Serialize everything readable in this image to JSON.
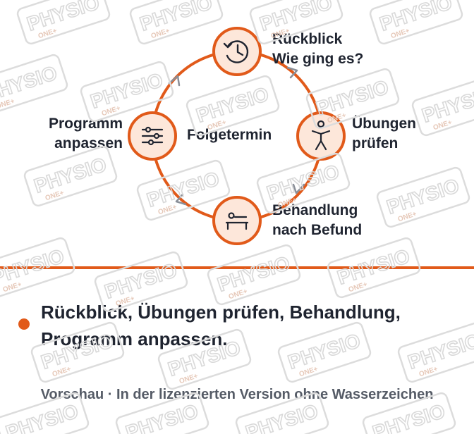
{
  "diagram": {
    "center_label": "Folgetermin",
    "nodes": [
      {
        "label_lines": [
          "Rückblick",
          "Wie ging es?"
        ],
        "icon": "history-icon"
      },
      {
        "label_lines": [
          "Übungen",
          "prüfen"
        ],
        "icon": "person-exercise-icon"
      },
      {
        "label_lines": [
          "Behandlung",
          "nach Befund"
        ],
        "icon": "treatment-bed-icon"
      },
      {
        "label_lines": [
          "Programm",
          "anpassen"
        ],
        "icon": "sliders-icon"
      }
    ]
  },
  "summary": {
    "bullet_text": "Rückblick, Übungen prüfen, Behandlung, Programm anpassen."
  },
  "footer": {
    "preview_note": "Vorschau · In der lizenzierten Version ohne Wasserzeichen"
  },
  "watermark": {
    "brand": "PHYSIO",
    "sub": "ONE+"
  },
  "colors": {
    "accent": "#e15a1a",
    "node_fill": "#fde7da",
    "text": "#1f2430",
    "muted": "#555b66",
    "arrow": "#8a8f98"
  }
}
